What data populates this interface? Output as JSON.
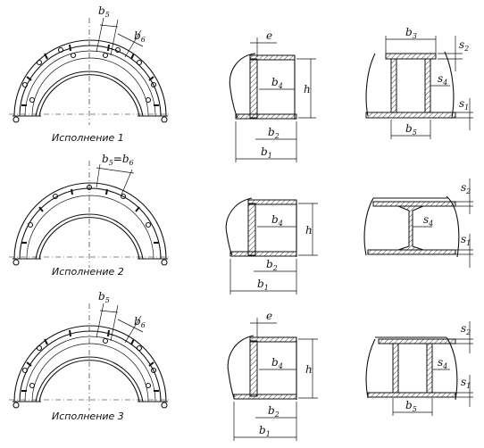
{
  "variants": [
    {
      "caption": "Исполнение 1",
      "ring_labels": {
        "a": "b",
        "a_sub": "5",
        "b": "b",
        "b_sub": "6"
      },
      "section": {
        "e": "e",
        "b4": "b",
        "b4_sub": "4",
        "h": "h",
        "b2": "b",
        "b2_sub": "2",
        "b1": "b",
        "b1_sub": "1"
      },
      "profile": {
        "b3": "b",
        "b3_sub": "3",
        "s2": "s",
        "s2_sub": "2",
        "s4": "s",
        "s4_sub": "4",
        "s1": "s",
        "s1_sub": "1",
        "b5": "b",
        "b5_sub": "5"
      }
    },
    {
      "caption": "Исполнение 2",
      "ring_label": "b",
      "ring_label_mid": "=b",
      "ring_sub1": "5",
      "ring_sub2": "6",
      "section": {
        "b4": "b",
        "b4_sub": "4",
        "h": "h",
        "b2": "b",
        "b2_sub": "2",
        "b1": "b",
        "b1_sub": "1"
      },
      "profile": {
        "s2": "s",
        "s2_sub": "2",
        "s4": "s",
        "s4_sub": "4",
        "s1": "s",
        "s1_sub": "1"
      }
    },
    {
      "caption": "Исполнение 3",
      "ring_labels": {
        "a": "b",
        "a_sub": "5",
        "b": "b",
        "b_sub": "6"
      },
      "section": {
        "e": "e",
        "b4": "b",
        "b4_sub": "4",
        "h": "h",
        "b2": "b",
        "b2_sub": "2",
        "b1": "b",
        "b1_sub": "1"
      },
      "profile": {
        "s2": "s",
        "s2_sub": "2",
        "s4": "s",
        "s4_sub": "4",
        "s1": "s",
        "s1_sub": "1",
        "b5": "b",
        "b5_sub": "5"
      }
    }
  ]
}
